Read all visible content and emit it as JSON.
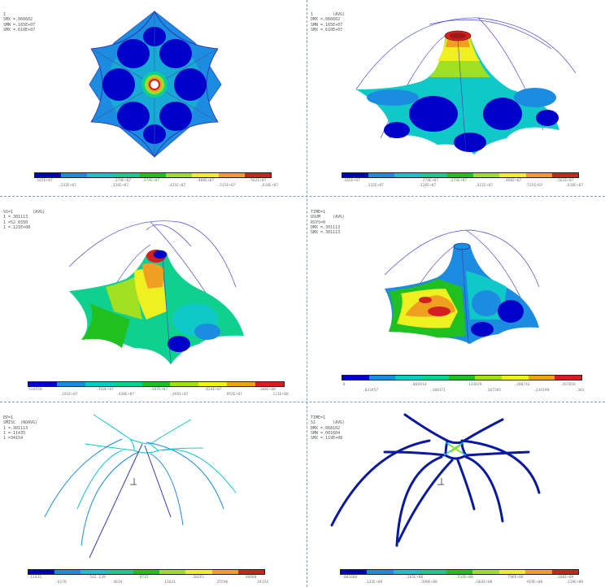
{
  "palette": [
    "#0000c8",
    "#1c8ce0",
    "#10c8c8",
    "#10d090",
    "#20c020",
    "#a0e020",
    "#f0f020",
    "#f0a020",
    "#d02020"
  ],
  "panels": [
    {
      "id": "p1",
      "header": [
        "1",
        "SMX =.066602",
        "SMN =.165E+07",
        "SMX =.610E+07"
      ],
      "colorbar_top": [
        ".165E+07",
        ".274E+07",
        ".374E+07",
        ".466E+07",
        ".562E+07"
      ],
      "colorbar_bottom": [
        ".232E+07",
        ".326E+07",
        ".421E+07",
        ".515E+07",
        ".610E+07"
      ]
    },
    {
      "id": "p2",
      "header": [
        "1        (AVG)",
        "DMX =.066602",
        "SMN =.165E+07",
        "SMX =.610E+07"
      ],
      "colorbar_top": [
        ".165E+07",
        ".274E+07",
        ".374E+07",
        ".466E+07",
        ".562E+07"
      ],
      "colorbar_bottom": [
        ".232E+07",
        ".326E+07",
        ".421E+07",
        ".515E+07",
        ".610E+07"
      ]
    },
    {
      "id": "p3",
      "header": [
        "SS=1        (AVG)",
        "1 =.301113",
        "1 =52 6550",
        "1 =.121E+08"
      ],
      "colorbar_top": [
        "526550",
        ".310E+07",
        ".567E+07",
        ".824E+07",
        ".108E+08"
      ],
      "colorbar_bottom": [
        ".181E+07",
        ".438E+07",
        ".695E+07",
        ".952E+07",
        ".121E+08"
      ]
    },
    {
      "id": "p4",
      "header": [
        "TIME=1",
        "USUM     (AVG)",
        "RSYS=0",
        "DMX =.301113",
        "SMX =.301113"
      ],
      "colorbar_top": [
        "0",
        ".066914",
        ".133829",
        ".200743",
        ".267656"
      ],
      "colorbar_bottom": [
        ".033457",
        ".100371",
        ".167285",
        ".234199",
        ".301"
      ]
    },
    {
      "id": "p5",
      "header": [
        "EP=1",
        "SMISC  (NOAVG)",
        "1 =.301113",
        "1 =-11435",
        "1 =34154"
      ],
      "colorbar_top": [
        "-11435",
        "-542.139",
        "8715",
        "20351",
        "30968"
      ],
      "colorbar_bottom": [
        "-6170",
        "4634",
        "15031",
        "25596",
        "34154"
      ]
    },
    {
      "id": "p6",
      "header": [
        "TIME=1",
        "S1       (AVG)",
        "DMX =.068102",
        "SMN =.001604",
        "SMX =.119E+08"
      ],
      "colorbar_top": [
        ".001604",
        ".265E+08",
        ".531E+08",
        ".796E+08",
        ".106E+09"
      ],
      "colorbar_bottom": [
        ".133E+08",
        ".398E+08",
        ".664E+08",
        ".929E+08",
        ".119E+09"
      ]
    }
  ]
}
